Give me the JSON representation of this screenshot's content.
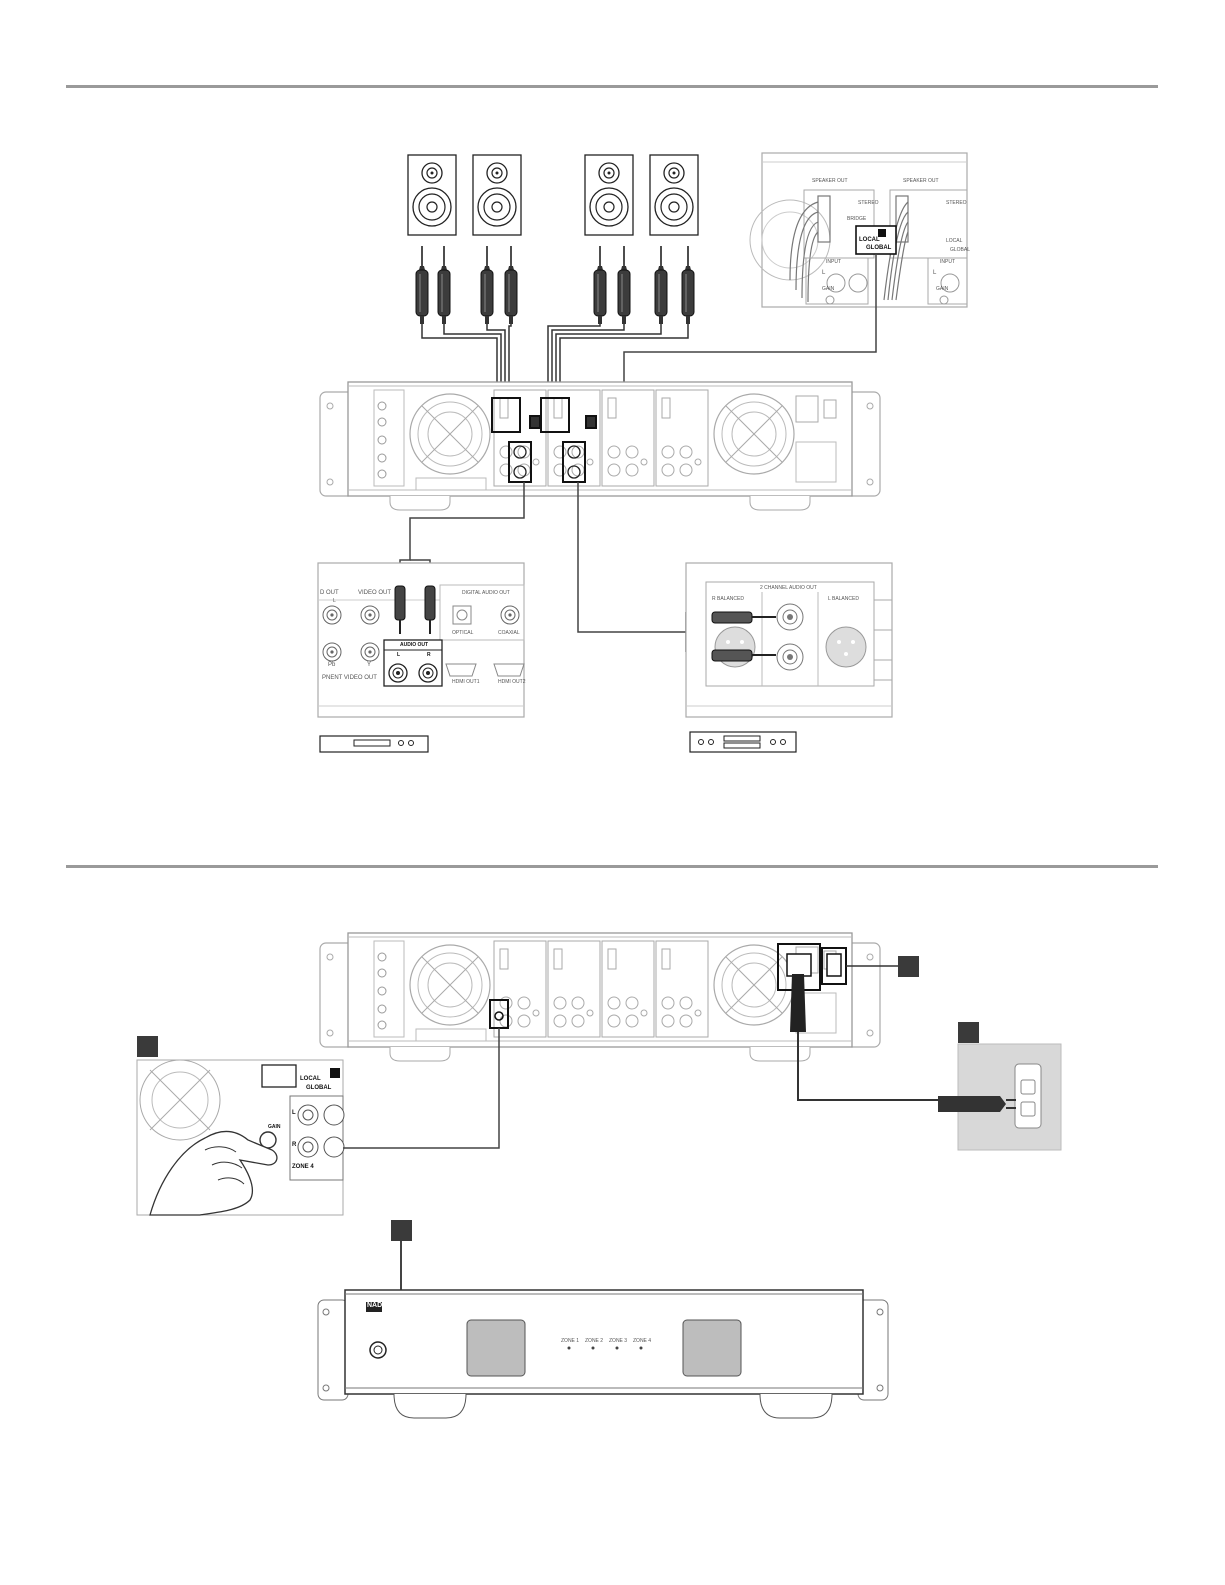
{
  "top_diagram": {
    "remote_panel": {
      "speaker_out_left": "SPEAKER OUT",
      "speaker_out_right": "SPEAKER OUT",
      "stereo_left": "STEREO",
      "stereo_right": "STEREO",
      "bridge": "BRIDGE",
      "local_global_local": "LOCAL",
      "local_global_global": "GLOBAL",
      "local_side": "LOCAL",
      "global_side": "GLOBAL",
      "input_left": "INPUT",
      "input_right": "INPUT",
      "gain_left": "GAIN",
      "gain_right": "GAIN",
      "l_left": "L",
      "l_right": "L"
    },
    "dvd_panel": {
      "audio_out_partial": "D OUT",
      "video_out": "VIDEO OUT",
      "digital_audio_out": "DIGITAL AUDIO OUT",
      "optical": "OPTICAL",
      "coaxial": "COAXIAL",
      "pb": "Pb",
      "y": "Y",
      "component_video_out": "PNENT VIDEO OUT",
      "audio_out": "AUDIO OUT",
      "audio_out_l": "L",
      "audio_out_r": "R",
      "hdmi_out1": "HDMI OUT1",
      "hdmi_out2": "HDMI OUT2",
      "l_top": "L"
    },
    "cd_panel": {
      "two_channel_audio_out": "2 CHANNEL AUDIO OUT",
      "r_balanced": "R BALANCED",
      "l_balanced": "L BALANCED"
    }
  },
  "bottom_diagram": {
    "zoom_panel": {
      "local": "LOCAL",
      "global": "GLOBAL",
      "gain": "GAIN",
      "zone": "ZONE 4",
      "l": "L",
      "r": "R"
    },
    "front_panel": {
      "brand": "NAD",
      "zone_labels": [
        "ZONE 1",
        "ZONE 2",
        "ZONE 3",
        "ZONE 4"
      ]
    }
  },
  "colors": {
    "rule": "#9a9a9a",
    "line": "#555555",
    "badge": "#3a3a3a",
    "outlet_bg": "#d8d8d8"
  }
}
